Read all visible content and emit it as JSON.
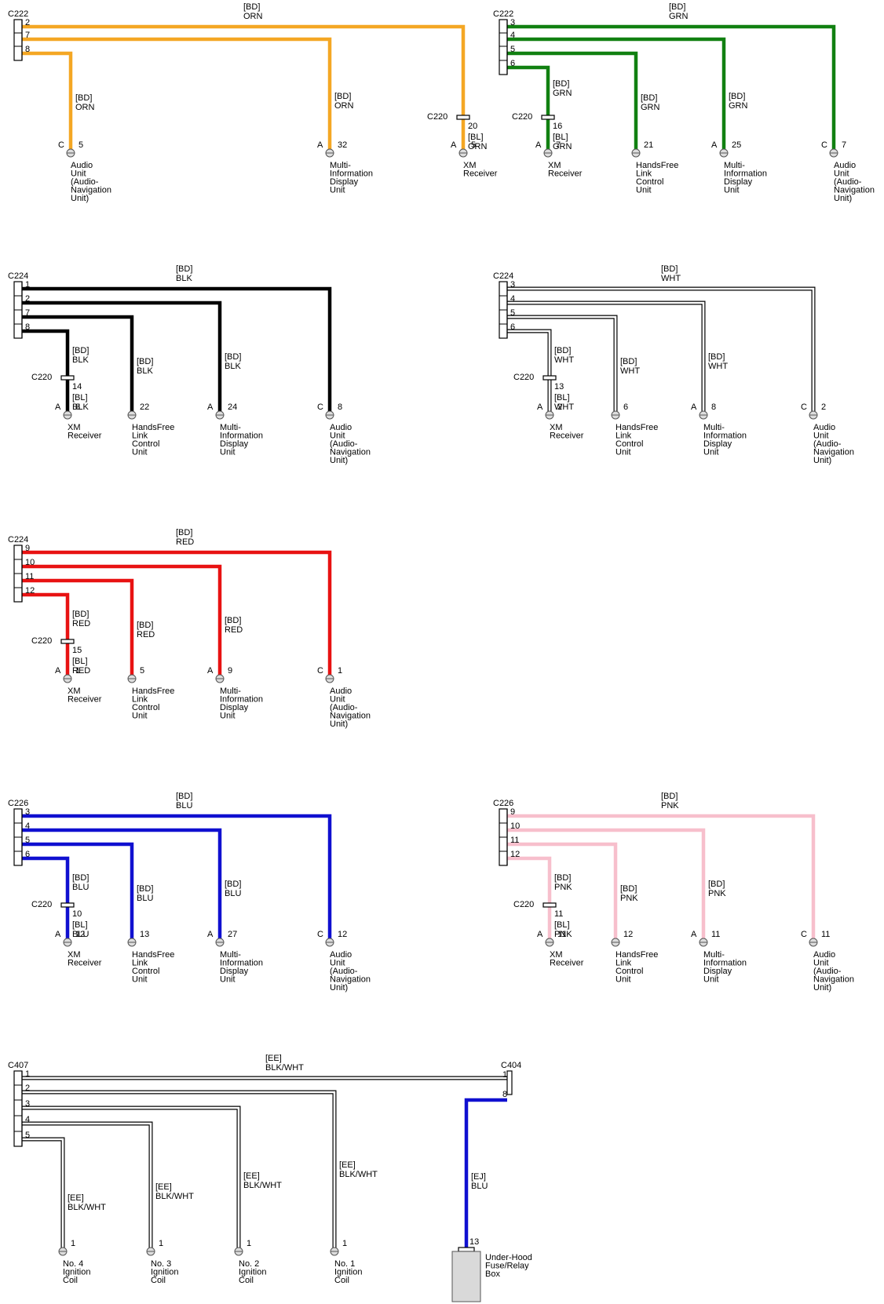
{
  "colors": {
    "ORN": "#f4a724",
    "GRN": "#118011",
    "BLK": "#000000",
    "WHT": "#ffffff",
    "RED": "#e81212",
    "BLU": "#1010d0",
    "PNK": "#f7bfcc",
    "BLKWHT": "#ffffff"
  },
  "diagrams": [
    {
      "id": "c222-orn",
      "connector": "C222",
      "harness": "[BD]",
      "wire_color_label": "ORN",
      "color_key": "ORN",
      "pins": [
        "2",
        "7",
        "8"
      ],
      "branches": [
        {
          "labels": [
            "[BD]",
            "ORN"
          ],
          "mid": null,
          "letter": "C",
          "terminal": "5",
          "component": [
            "Audio",
            "Unit",
            "(Audio-",
            "Navigation",
            "Unit)"
          ]
        },
        {
          "labels": [
            "[BD]",
            "ORN"
          ],
          "mid": null,
          "letter": "A",
          "terminal": "32",
          "component": [
            "Multi-",
            "Information",
            "Display",
            "Unit"
          ]
        },
        {
          "labels": [],
          "mid": {
            "connector": "C220",
            "pin": "20",
            "labels": [
              "[BL]",
              "ORN"
            ]
          },
          "letter": "A",
          "terminal": "5",
          "component": [
            "XM",
            "Receiver"
          ]
        }
      ]
    },
    {
      "id": "c222-grn",
      "connector": "C222",
      "harness": "[BD]",
      "wire_color_label": "GRN",
      "color_key": "GRN",
      "pins": [
        "3",
        "4",
        "5",
        "6"
      ],
      "branches": [
        {
          "labels": [
            "[BD]",
            "GRN"
          ],
          "mid": {
            "connector": "C220",
            "pin": "16",
            "labels": [
              "[BL]",
              "GRN"
            ]
          },
          "letter": "A",
          "terminal": "7",
          "component": [
            "XM",
            "Receiver"
          ]
        },
        {
          "labels": [
            "[BD]",
            "GRN"
          ],
          "mid": null,
          "letter": "",
          "terminal": "21",
          "component": [
            "HandsFree",
            "Link",
            "Control",
            "Unit"
          ]
        },
        {
          "labels": [
            "[BD]",
            "GRN"
          ],
          "mid": null,
          "letter": "A",
          "terminal": "25",
          "component": [
            "Multi-",
            "Information",
            "Display",
            "Unit"
          ]
        },
        {
          "labels": [],
          "mid": null,
          "letter": "C",
          "terminal": "7",
          "component": [
            "Audio",
            "Unit",
            "(Audio-",
            "Navigation",
            "Unit)"
          ]
        }
      ]
    },
    {
      "id": "c224-blk",
      "connector": "C224",
      "harness": "[BD]",
      "wire_color_label": "BLK",
      "color_key": "BLK",
      "pins": [
        "1",
        "2",
        "7",
        "8"
      ],
      "branches": [
        {
          "labels": [
            "[BD]",
            "BLK"
          ],
          "mid": {
            "connector": "C220",
            "pin": "14",
            "labels": [
              "[BL]",
              "BLK"
            ]
          },
          "letter": "A",
          "terminal": "8",
          "component": [
            "XM",
            "Receiver"
          ]
        },
        {
          "labels": [
            "[BD]",
            "BLK"
          ],
          "mid": null,
          "letter": "",
          "terminal": "22",
          "component": [
            "HandsFree",
            "Link",
            "Control",
            "Unit"
          ]
        },
        {
          "labels": [
            "[BD]",
            "BLK"
          ],
          "mid": null,
          "letter": "A",
          "terminal": "24",
          "component": [
            "Multi-",
            "Information",
            "Display",
            "Unit"
          ]
        },
        {
          "labels": [],
          "mid": null,
          "letter": "C",
          "terminal": "8",
          "component": [
            "Audio",
            "Unit",
            "(Audio-",
            "Navigation",
            "Unit)"
          ]
        }
      ]
    },
    {
      "id": "c224-wht",
      "connector": "C224",
      "harness": "[BD]",
      "wire_color_label": "WHT",
      "color_key": "WHT",
      "pins": [
        "3",
        "4",
        "5",
        "6"
      ],
      "branches": [
        {
          "labels": [
            "[BD]",
            "WHT"
          ],
          "mid": {
            "connector": "C220",
            "pin": "13",
            "labels": [
              "[BL]",
              "WHT"
            ]
          },
          "letter": "A",
          "terminal": "2",
          "component": [
            "XM",
            "Receiver"
          ]
        },
        {
          "labels": [
            "[BD]",
            "WHT"
          ],
          "mid": null,
          "letter": "",
          "terminal": "6",
          "component": [
            "HandsFree",
            "Link",
            "Control",
            "Unit"
          ]
        },
        {
          "labels": [
            "[BD]",
            "WHT"
          ],
          "mid": null,
          "letter": "A",
          "terminal": "8",
          "component": [
            "Multi-",
            "Information",
            "Display",
            "Unit"
          ]
        },
        {
          "labels": [],
          "mid": null,
          "letter": "C",
          "terminal": "2",
          "component": [
            "Audio",
            "Unit",
            "(Audio-",
            "Navigation",
            "Unit)"
          ]
        }
      ]
    },
    {
      "id": "c224-red",
      "connector": "C224",
      "harness": "[BD]",
      "wire_color_label": "RED",
      "color_key": "RED",
      "pins": [
        "9",
        "10",
        "11",
        "12"
      ],
      "branches": [
        {
          "labels": [
            "[BD]",
            "RED"
          ],
          "mid": {
            "connector": "C220",
            "pin": "15",
            "labels": [
              "[BL]",
              "RED"
            ]
          },
          "letter": "A",
          "terminal": "1",
          "component": [
            "XM",
            "Receiver"
          ]
        },
        {
          "labels": [
            "[BD]",
            "RED"
          ],
          "mid": null,
          "letter": "",
          "terminal": "5",
          "component": [
            "HandsFree",
            "Link",
            "Control",
            "Unit"
          ]
        },
        {
          "labels": [
            "[BD]",
            "RED"
          ],
          "mid": null,
          "letter": "A",
          "terminal": "9",
          "component": [
            "Multi-",
            "Information",
            "Display",
            "Unit"
          ]
        },
        {
          "labels": [],
          "mid": null,
          "letter": "C",
          "terminal": "1",
          "component": [
            "Audio",
            "Unit",
            "(Audio-",
            "Navigation",
            "Unit)"
          ]
        }
      ]
    },
    {
      "id": "c226-blu",
      "connector": "C226",
      "harness": "[BD]",
      "wire_color_label": "BLU",
      "color_key": "BLU",
      "pins": [
        "3",
        "4",
        "5",
        "6"
      ],
      "branches": [
        {
          "labels": [
            "[BD]",
            "BLU"
          ],
          "mid": {
            "connector": "C220",
            "pin": "10",
            "labels": [
              "[BL]",
              "BLU"
            ]
          },
          "letter": "A",
          "terminal": "12",
          "component": [
            "XM",
            "Receiver"
          ]
        },
        {
          "labels": [
            "[BD]",
            "BLU"
          ],
          "mid": null,
          "letter": "",
          "terminal": "13",
          "component": [
            "HandsFree",
            "Link",
            "Control",
            "Unit"
          ]
        },
        {
          "labels": [
            "[BD]",
            "BLU"
          ],
          "mid": null,
          "letter": "A",
          "terminal": "27",
          "component": [
            "Multi-",
            "Information",
            "Display",
            "Unit"
          ]
        },
        {
          "labels": [],
          "mid": null,
          "letter": "C",
          "terminal": "12",
          "component": [
            "Audio",
            "Unit",
            "(Audio-",
            "Navigation",
            "Unit)"
          ]
        }
      ]
    },
    {
      "id": "c226-pnk",
      "connector": "C226",
      "harness": "[BD]",
      "wire_color_label": "PNK",
      "color_key": "PNK",
      "pins": [
        "9",
        "10",
        "11",
        "12"
      ],
      "branches": [
        {
          "labels": [
            "[BD]",
            "PNK"
          ],
          "mid": {
            "connector": "C220",
            "pin": "11",
            "labels": [
              "[BL]",
              "PNK"
            ]
          },
          "letter": "A",
          "terminal": "11",
          "component": [
            "XM",
            "Receiver"
          ]
        },
        {
          "labels": [
            "[BD]",
            "PNK"
          ],
          "mid": null,
          "letter": "",
          "terminal": "12",
          "component": [
            "HandsFree",
            "Link",
            "Control",
            "Unit"
          ]
        },
        {
          "labels": [
            "[BD]",
            "PNK"
          ],
          "mid": null,
          "letter": "A",
          "terminal": "11",
          "component": [
            "Multi-",
            "Information",
            "Display",
            "Unit"
          ]
        },
        {
          "labels": [],
          "mid": null,
          "letter": "C",
          "terminal": "11",
          "component": [
            "Audio",
            "Unit",
            "(Audio-",
            "Navigation",
            "Unit)"
          ]
        }
      ]
    },
    {
      "id": "c407-ign",
      "connector": "C407",
      "harness": "[EE]",
      "wire_color_label": "BLK/WHT",
      "color_key": "BLKWHT",
      "pins": [
        "1",
        "2",
        "3",
        "4",
        "5"
      ],
      "branches": [
        {
          "labels": [
            "[EE]",
            "BLK/WHT"
          ],
          "mid": null,
          "letter": "",
          "terminal": "1",
          "component": [
            "No. 4",
            "Ignition",
            "Coil"
          ]
        },
        {
          "labels": [
            "[EE]",
            "BLK/WHT"
          ],
          "mid": null,
          "letter": "",
          "terminal": "1",
          "component": [
            "No. 3",
            "Ignition",
            "Coil"
          ]
        },
        {
          "labels": [
            "[EE]",
            "BLK/WHT"
          ],
          "mid": null,
          "letter": "",
          "terminal": "1",
          "component": [
            "No. 2",
            "Ignition",
            "Coil"
          ]
        },
        {
          "labels": [
            "[EE]",
            "BLK/WHT"
          ],
          "mid": null,
          "letter": "",
          "terminal": "1",
          "component": [
            "No. 1",
            "Ignition",
            "Coil"
          ]
        }
      ],
      "right_connector": {
        "name": "C404",
        "pins": [
          "1",
          "8"
        ]
      },
      "fuse_box": {
        "labels": [
          "[EJ]",
          "BLU"
        ],
        "color_key": "BLU",
        "terminal": "13",
        "component": [
          "Under-Hood",
          "Fuse/Relay",
          "Box"
        ]
      }
    }
  ]
}
